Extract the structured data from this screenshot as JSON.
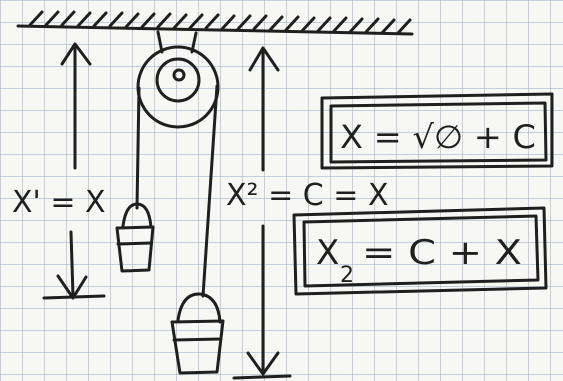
{
  "labels": {
    "left_height": "X' = X",
    "right_height": "X² = C = X"
  },
  "equations": {
    "top_box": "X = √∅ + C",
    "bottom_box_lhs": "X",
    "bottom_box_sub": "2",
    "bottom_box_rhs": "= C + X"
  },
  "colors": {
    "ink": "#1f1f1f",
    "paper": "#f7f7f4",
    "grid": "#96afd2"
  }
}
